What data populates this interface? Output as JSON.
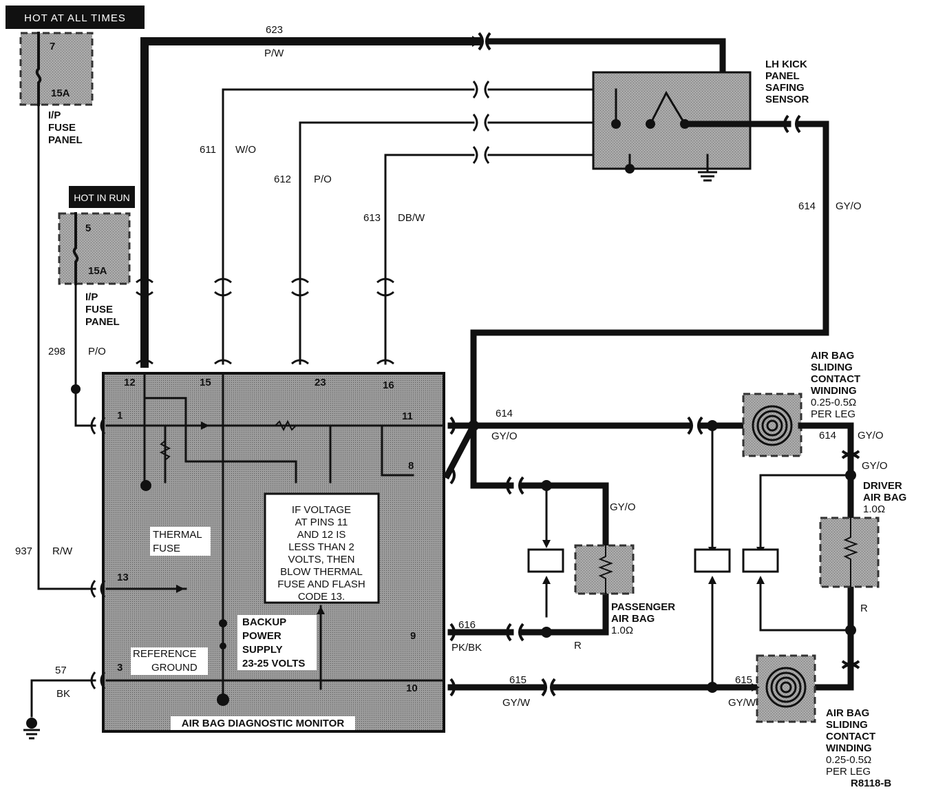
{
  "hot_at_all_times": "HOT AT ALL TIMES",
  "hot_in_run": "HOT IN RUN",
  "fuse_top": {
    "slot": "7",
    "rating": "15A",
    "panel": [
      "I/P",
      "FUSE",
      "PANEL"
    ]
  },
  "fuse_run": {
    "slot": "5",
    "rating": "15A",
    "panel": [
      "I/P",
      "FUSE",
      "PANEL"
    ]
  },
  "wires": {
    "w623": {
      "num": "623",
      "color": "P/W"
    },
    "w611": {
      "num": "611",
      "color": "W/O"
    },
    "w612": {
      "num": "612",
      "color": "P/O"
    },
    "w613": {
      "num": "613",
      "color": "DB/W"
    },
    "w614_right": {
      "num": "614",
      "color": "GY/O"
    },
    "w614_mid": {
      "num": "614",
      "color": "GY/O"
    },
    "w614_driver": {
      "num": "614",
      "color": "GY/O"
    },
    "w614_driver2": {
      "color": "GY/O"
    },
    "w298": {
      "num": "298",
      "color": "P/O"
    },
    "w937": {
      "num": "937",
      "color": "R/W"
    },
    "w57": {
      "num": "57",
      "color": "BK"
    },
    "w616": {
      "num": "616",
      "color": "PK/BK"
    },
    "w615_left": {
      "num": "615",
      "color": "GY/W"
    },
    "w615_right": {
      "num": "615",
      "color": "GY/W"
    },
    "pass_gyo": {
      "color": "GY/O"
    },
    "pass_r": {
      "color": "R"
    },
    "driver_r": {
      "color": "R"
    }
  },
  "sensor": {
    "label": [
      "LH KICK",
      "PANEL",
      "SAFING",
      "SENSOR"
    ]
  },
  "monitor": {
    "title": "AIR BAG DIAGNOSTIC MONITOR",
    "pins": {
      "p12": "12",
      "p15": "15",
      "p23": "23",
      "p16": "16",
      "p1": "1",
      "p11": "11",
      "p8": "8",
      "p13": "13",
      "p9": "9",
      "p3": "3",
      "p10": "10"
    },
    "note": [
      "IF VOLTAGE",
      "AT PINS 11",
      "AND 12 IS",
      "LESS THAN 2",
      "VOLTS, THEN",
      "BLOW THERMAL",
      "FUSE AND FLASH",
      "CODE 13."
    ],
    "thermal_fuse": [
      "THERMAL",
      "FUSE"
    ],
    "backup": [
      "BACKUP",
      "POWER",
      "SUPPLY",
      "23-25 VOLTS"
    ],
    "ref_ground": [
      "REFERENCE",
      "GROUND"
    ]
  },
  "sliding_top": {
    "label": [
      "AIR BAG",
      "SLIDING",
      "CONTACT",
      "WINDING"
    ],
    "spec": [
      "0.25-0.5Ω",
      "PER LEG"
    ]
  },
  "sliding_bottom": {
    "label": [
      "AIR BAG",
      "SLIDING",
      "CONTACT",
      "WINDING"
    ],
    "spec": [
      "0.25-0.5Ω",
      "PER LEG"
    ]
  },
  "driver_bag": {
    "label": [
      "DRIVER",
      "AIR BAG"
    ],
    "spec": "1.0Ω"
  },
  "passenger_bag": {
    "label": [
      "PASSENGER",
      "AIR BAG"
    ],
    "spec": "1.0Ω"
  },
  "figure_code": "R8118-B"
}
